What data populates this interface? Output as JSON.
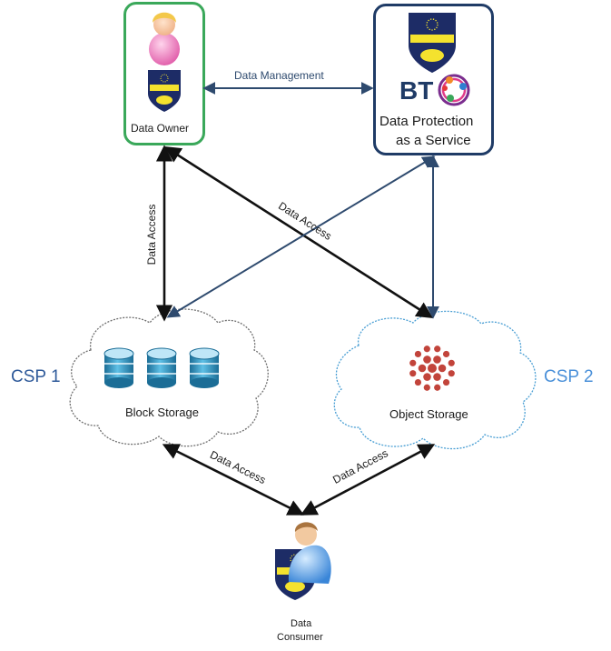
{
  "nodes": {
    "data_owner": {
      "label": "Data Owner"
    },
    "dpaas": {
      "label_line1": "Data Protection",
      "label_line2": "as a Service",
      "provider_logo": "BT"
    },
    "block_storage": {
      "label": "Block Storage"
    },
    "object_storage": {
      "label": "Object Storage"
    },
    "data_consumer": {
      "label_line1": "Data",
      "label_line2": "Consumer"
    }
  },
  "logos": {
    "escudo": "ESCUDO CLOUD"
  },
  "csp": {
    "csp1": "CSP 1",
    "csp2": "CSP 2"
  },
  "edges": {
    "management": "Data Management",
    "access_owner_block": "Data Access",
    "access_owner_object": "Data Access",
    "access_block_consumer": "Data Access",
    "access_object_consumer": "Data Access"
  },
  "colors": {
    "owner_box": "#3aa85a",
    "dpaas_box": "#1f3b66",
    "management_arrow": "#2e4a6e",
    "access_arrow": "#111111",
    "csp1_text": "#2f5a9a",
    "csp2_text": "#4a90d9",
    "object_storage_dots": "#c2443b",
    "block_storage_disks": "#3c97c4"
  }
}
